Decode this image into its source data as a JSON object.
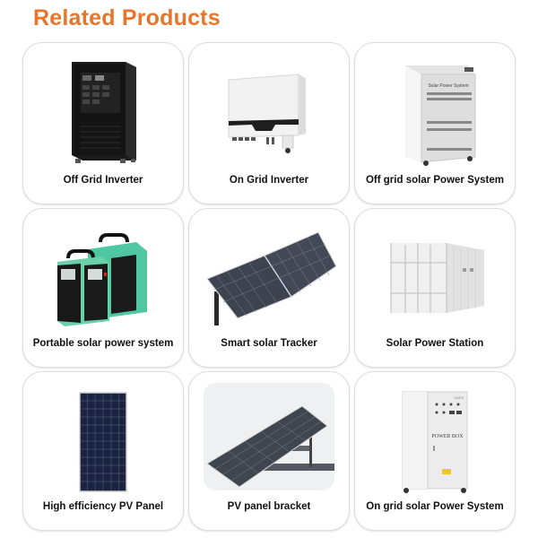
{
  "header": {
    "title": "Related Products",
    "title_color": "#e8752a"
  },
  "products": [
    {
      "label": "Off Grid Inverter",
      "icon": "off-grid-inverter-cabinet-icon"
    },
    {
      "label": "On Grid Inverter",
      "icon": "on-grid-inverter-icon"
    },
    {
      "label": "Off grid solar Power System",
      "icon": "power-system-cabinet-icon",
      "image_text": "Solar Power System"
    },
    {
      "label": "Portable solar power system",
      "icon": "portable-power-units-icon"
    },
    {
      "label": "Smart solar Tracker",
      "icon": "solar-tracker-icon"
    },
    {
      "label": "Solar Power Station",
      "icon": "container-station-icon"
    },
    {
      "label": "High efficiency PV Panel",
      "icon": "pv-panel-icon"
    },
    {
      "label": "PV panel bracket",
      "icon": "panel-bracket-icon"
    },
    {
      "label": "On grid solar Power System",
      "icon": "power-box-cabinet-icon",
      "image_text": "POWER BOX"
    }
  ]
}
